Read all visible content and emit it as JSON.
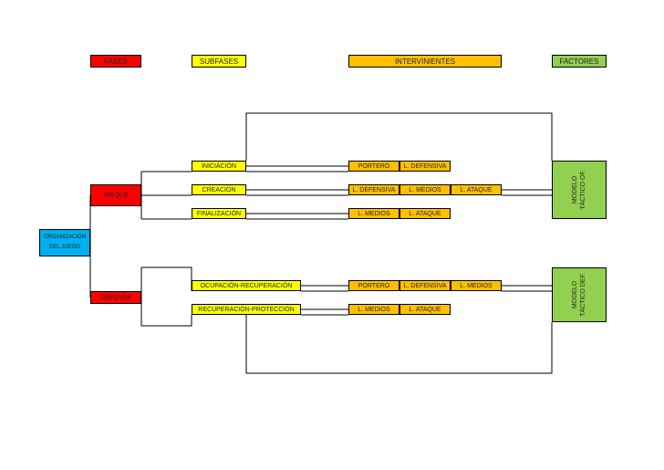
{
  "headers": {
    "fases": "FASES",
    "subfases": "SUBFASES",
    "intervinientes": "INTERVINIENTES",
    "factores": "FACTORES"
  },
  "root": "ORGANIZACIÓN DEL JUEGO",
  "fases": {
    "ataque": "ATAQUE",
    "defensa": "DEFENSA"
  },
  "subfases": {
    "iniciacion": "INICIACIÓN",
    "creacion": "CREACIÓN",
    "finalizacion": "FINALIZACIÓN",
    "ocupacion": "OCUPACIÓN-RECUPERACIÓN",
    "recuperacion": "RECUPERACIÓN-PROTECCIÓN"
  },
  "intervinientes": {
    "iniciacion": [
      "PORTERO",
      "L. DEFENSIVA"
    ],
    "creacion": [
      "L. DEFENSIVA",
      "L. MEDIOS",
      "L. ATAQUE"
    ],
    "finalizacion": [
      "L. MEDIOS",
      "L. ATAQUE"
    ],
    "ocupacion": [
      "PORTERO",
      "L. DEFENSIVA",
      "L. MEDIOS"
    ],
    "recuperacion": [
      "L. MEDIOS",
      "L. ATAQUE"
    ]
  },
  "factores": {
    "ofensivo": "MODELO TÁCTICO OF.",
    "defensivo": "MODELO TÁCTICO DEF."
  },
  "colors": {
    "fases": "#ff0000",
    "subfases": "#ffff00",
    "intervinientes": "#ffc000",
    "factores": "#92d050",
    "root": "#00b0f0"
  }
}
